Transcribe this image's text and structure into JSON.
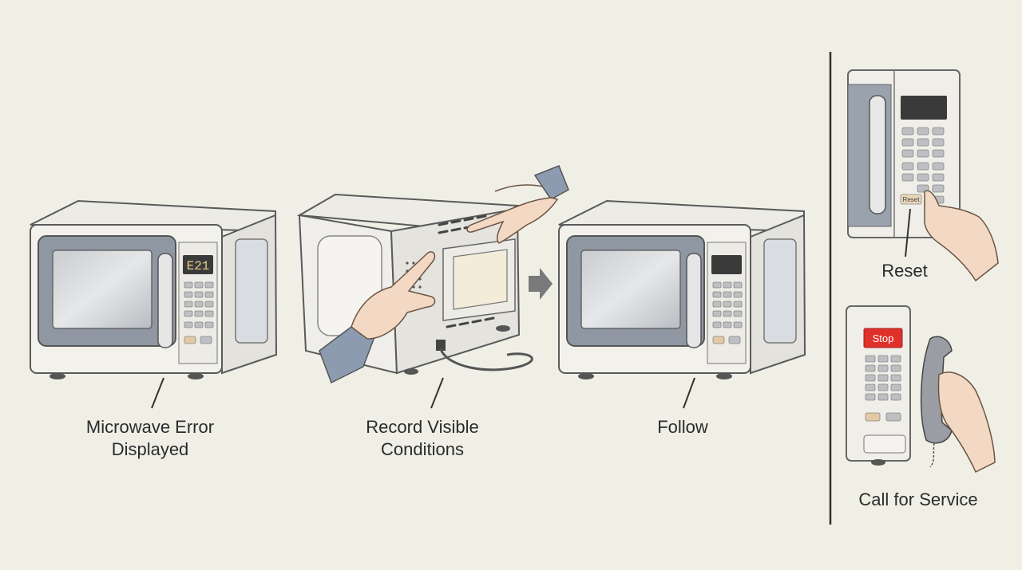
{
  "steps": {
    "step1": {
      "line1": "Microwave Error",
      "line2": "Displayed",
      "display_text": "E21"
    },
    "step2": {
      "line1": "Record Visible",
      "line2": "Conditions"
    },
    "step3": {
      "label": "Follow"
    }
  },
  "outcomes": {
    "reset": {
      "label": "Reset",
      "button_text": "Reset"
    },
    "service": {
      "label": "Call for Service",
      "button_text": "Stop"
    }
  },
  "icons": [
    "microwave-icon",
    "pointing-hand-icon",
    "arrow-right-icon",
    "phone-handset-icon"
  ],
  "colors": {
    "stop_button": "#e0302a",
    "background": "#f0efe6",
    "display": "#3a3a3a"
  }
}
